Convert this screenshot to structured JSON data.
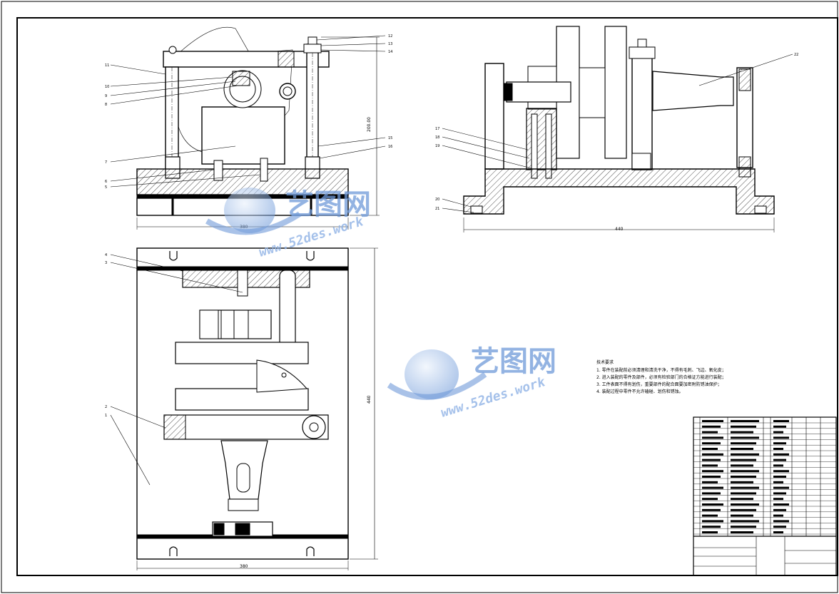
{
  "drawing": {
    "dimensions": {
      "front_width": "380",
      "front_height": "200.00",
      "side_width": "440",
      "top_width": "380",
      "top_height": "440"
    },
    "front_callouts": [
      "11",
      "10",
      "9",
      "8",
      "7",
      "6",
      "5",
      "12",
      "13",
      "14",
      "15",
      "16"
    ],
    "side_callouts": [
      "17",
      "18",
      "19",
      "20",
      "21",
      "22"
    ],
    "top_callouts": [
      "4",
      "3",
      "2",
      "1"
    ],
    "technical_requirements": {
      "title": "技术要求",
      "items": [
        "1. 零件在装配前必须清理和清洗干净，不得有毛刺、飞边、氧化皮；",
        "2. 进入装配的零件及部件，必须有检验部门的合格证方能进行装配；",
        "3. 工件表面不得有划伤，重要部件的配合面要加密附防锈油保护；",
        "4. 装配过程中零件不允许磕碰、划伤和锈蚀。"
      ]
    }
  },
  "watermark": {
    "brand": "艺图网",
    "url": "www.52des.work",
    "color": "#6f9ad9"
  }
}
